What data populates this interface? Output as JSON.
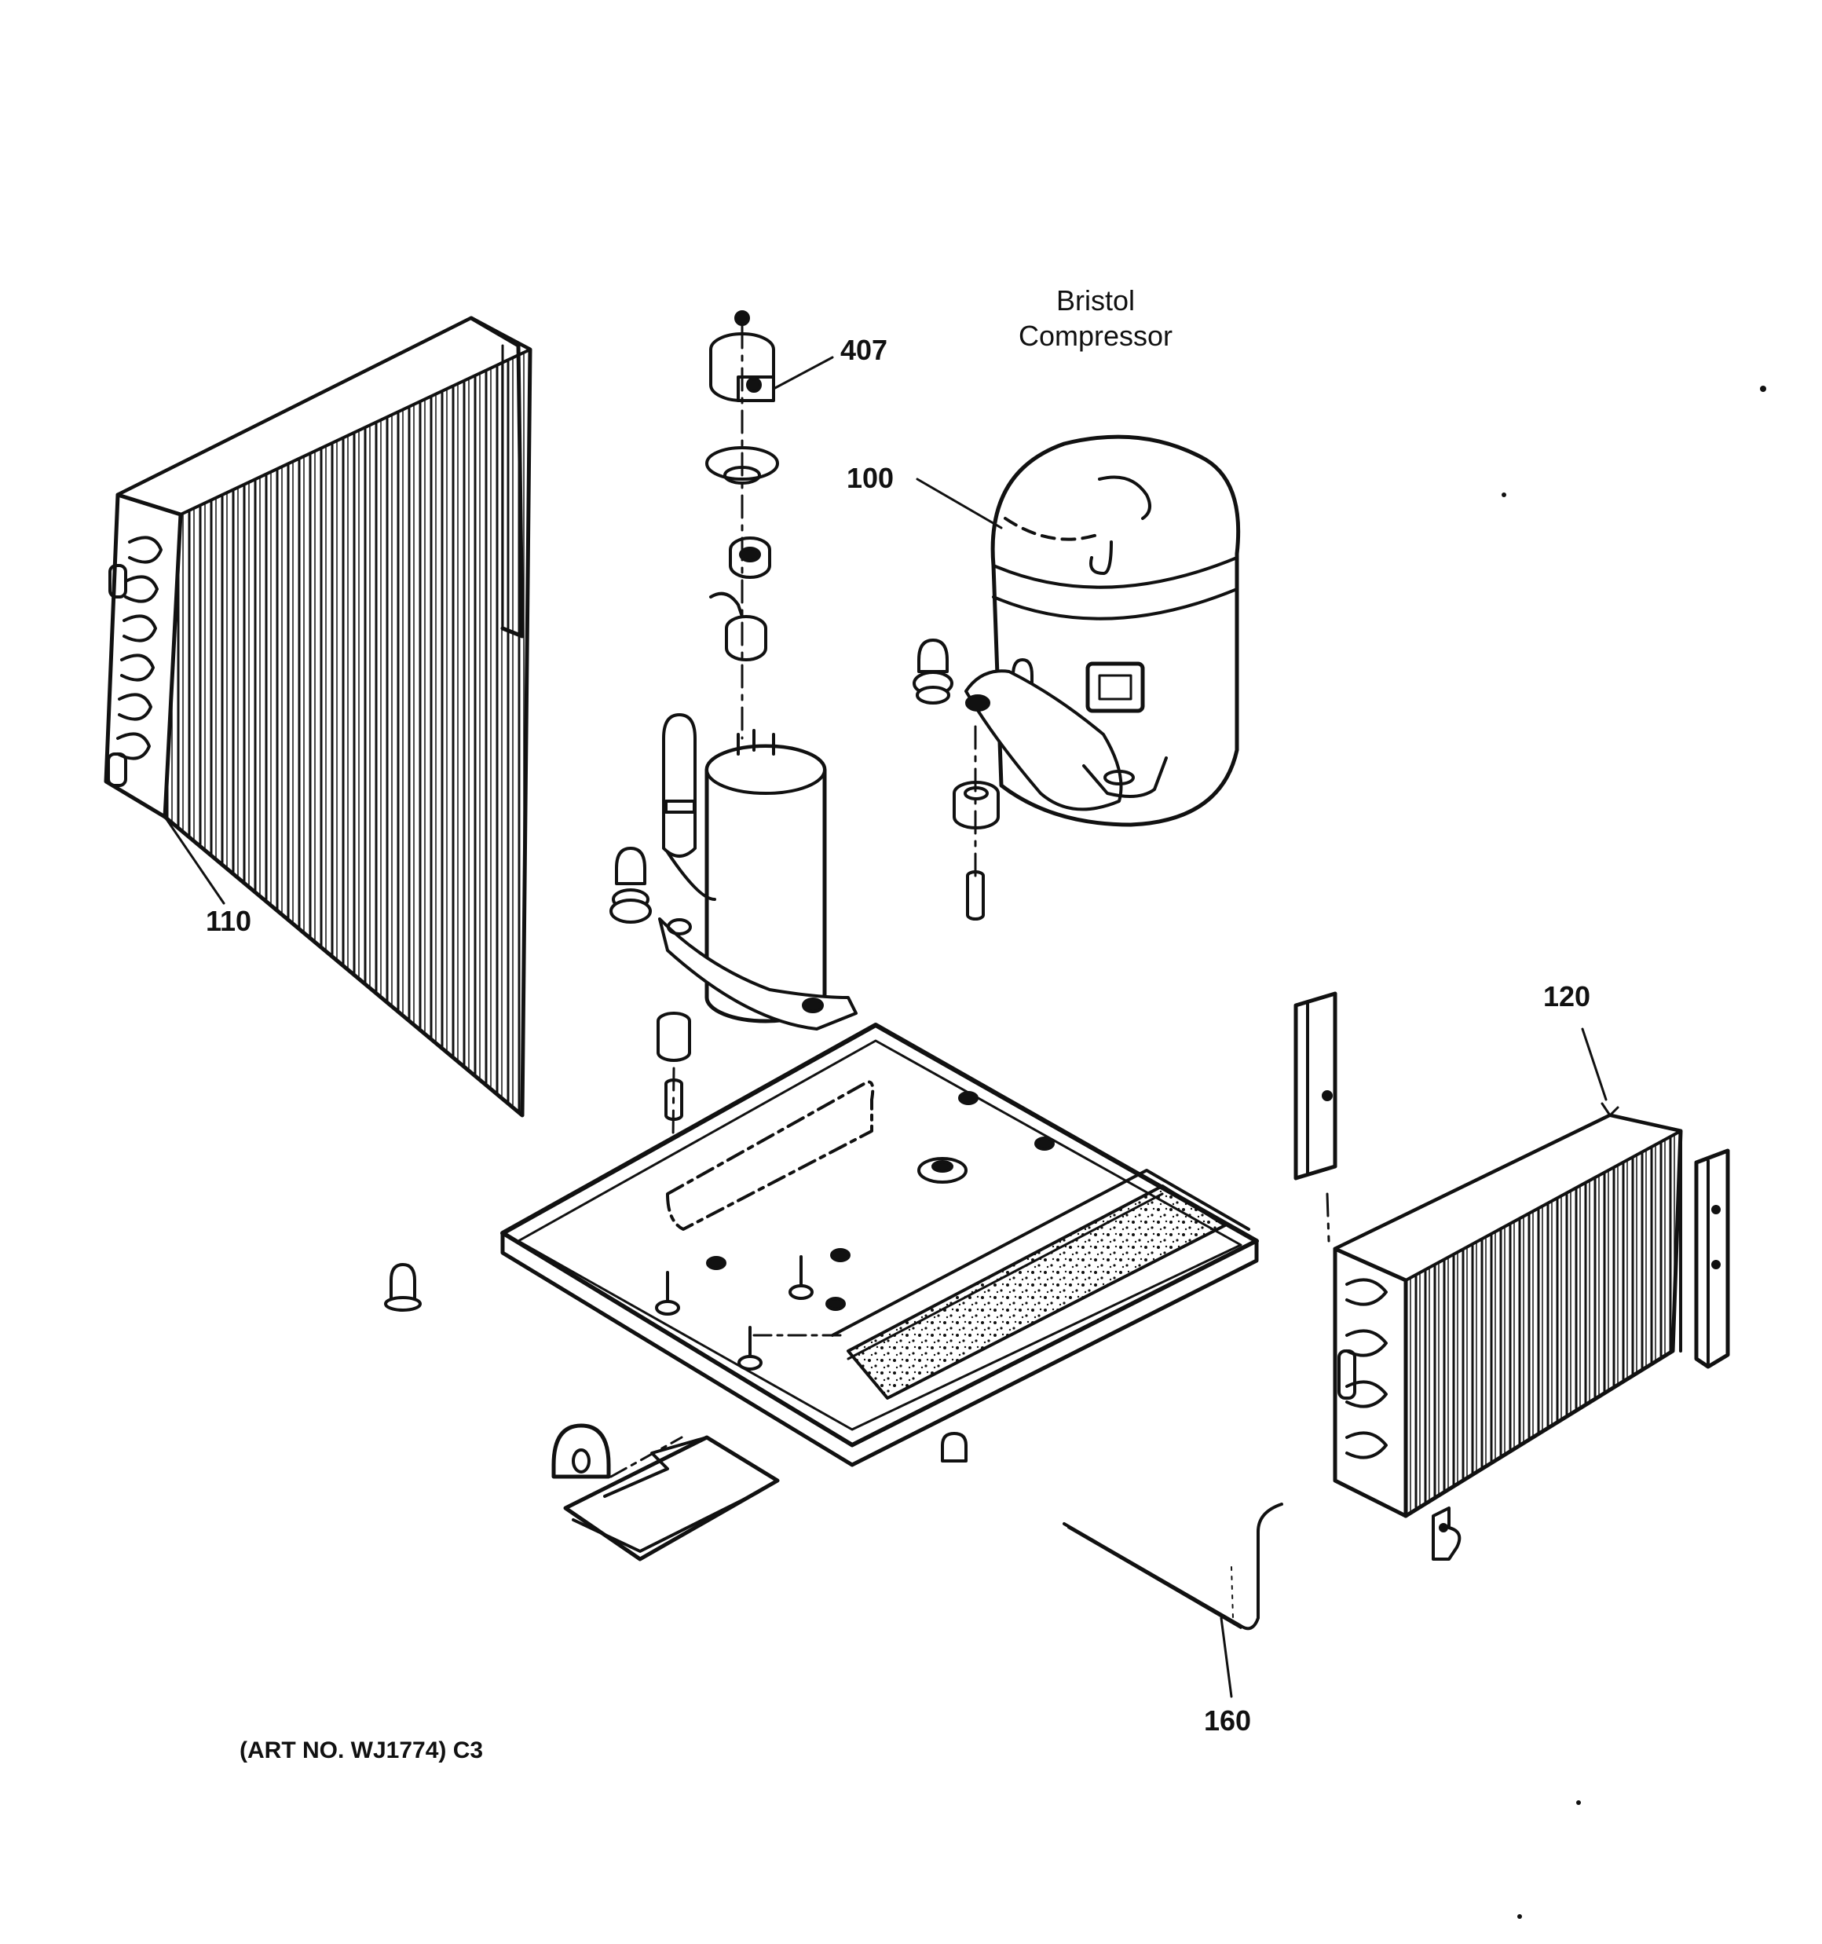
{
  "diagram": {
    "note_brand": "Bristol",
    "note_part": "Compressor",
    "art_number": "(ART NO. WJ1774) C3",
    "callouts": {
      "c407": "407",
      "c100": "100",
      "c110": "110",
      "c120": "120",
      "c160": "160"
    },
    "parts": [
      {
        "id": "100",
        "icon": "compressor-icon"
      },
      {
        "id": "110",
        "icon": "condenser-coil-icon"
      },
      {
        "id": "120",
        "icon": "evaporator-coil-icon"
      },
      {
        "id": "160",
        "icon": "capillary-tube-icon"
      },
      {
        "id": "407",
        "icon": "overload-protector-icon"
      }
    ],
    "line_color": "#111111",
    "background": "#ffffff"
  }
}
